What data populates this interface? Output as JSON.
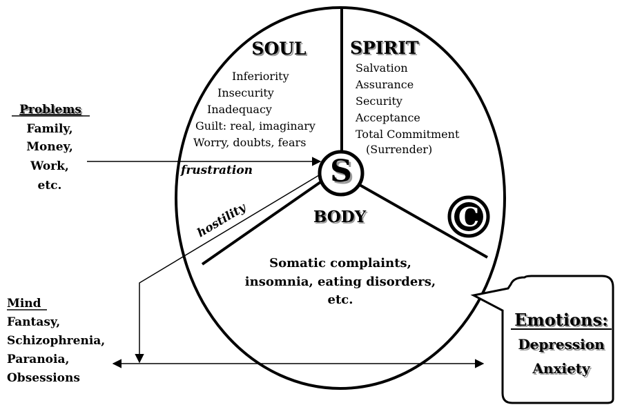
{
  "soul": {
    "heading": "SOUL",
    "items": [
      "Inferiority",
      "Insecurity",
      "Inadequacy",
      "Guilt: real, imaginary",
      "Worry, doubts, fears"
    ]
  },
  "spirit": {
    "heading": "SPIRIT",
    "items": [
      "Salvation",
      "Assurance",
      "Security",
      "Acceptance",
      "Total Commitment",
      "(Surrender)"
    ]
  },
  "body": {
    "heading": "BODY",
    "lines": [
      "Somatic complaints,",
      "insomnia, eating disorders,",
      "etc."
    ]
  },
  "center_symbol": "S",
  "christ_symbol": "C",
  "problems": {
    "heading": "Problems",
    "items": [
      "Family,",
      "Money,",
      "Work,",
      "etc."
    ]
  },
  "mind": {
    "heading": "Mind",
    "items": [
      "Fantasy,",
      "Schizophrenia,",
      "Paranoia,",
      "Obsessions"
    ]
  },
  "emotions": {
    "heading": "Emotions:",
    "items": [
      "Depression",
      "Anxiety"
    ]
  },
  "arrow_labels": {
    "frustration": "frustration",
    "hostility": "hostility"
  },
  "colors": {
    "ink": "#000000",
    "shadow": "#9a9a9a",
    "paper": "#ffffff"
  }
}
